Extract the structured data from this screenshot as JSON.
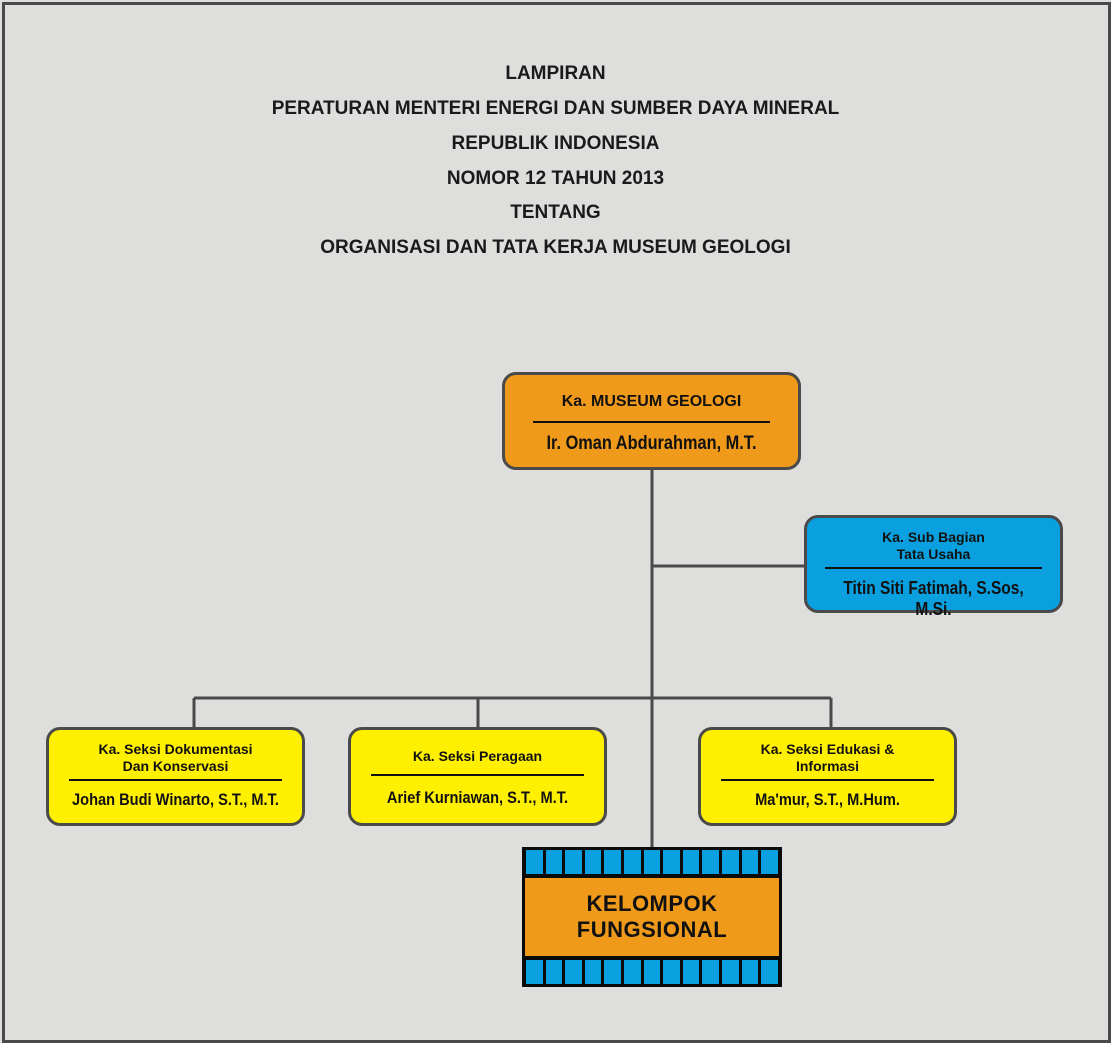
{
  "heading": {
    "lines": [
      "LAMPIRAN",
      "PERATURAN MENTERI ENERGI DAN SUMBER DAYA MINERAL",
      "REPUBLIK INDONESIA",
      "NOMOR 12 TAHUN 2013",
      "TENTANG",
      "ORGANISASI DAN TATA KERJA MUSEUM GEOLOGI"
    ]
  },
  "org": {
    "head": {
      "title": "Ka. MUSEUM GEOLOGI",
      "person": "Ir. Oman Abdurahman, M.T."
    },
    "admin": {
      "title_1": "Ka. Sub Bagian",
      "title_2": "Tata Usaha",
      "person": "Titin Siti Fatimah, S.Sos, M.Si."
    },
    "sections": [
      {
        "title_1": "Ka. Seksi Dokumentasi",
        "title_2": "Dan Konservasi",
        "person": "Johan Budi Winarto, S.T., M.T."
      },
      {
        "title_1": "Ka. Seksi Peragaan",
        "title_2": "",
        "person": "Arief Kurniawan, S.T., M.T."
      },
      {
        "title_1": "Ka. Seksi Edukasi &",
        "title_2": "Informasi",
        "person": "Ma'mur, S.T., M.Hum."
      }
    ],
    "functional": {
      "line_1": "KELOMPOK",
      "line_2": "FUNGSIONAL"
    }
  },
  "colors": {
    "head": "#f09a1b",
    "admin": "#0aa0df",
    "section": "#ffef00",
    "functional": "#f09a1b",
    "connector": "#4a4a4a"
  }
}
